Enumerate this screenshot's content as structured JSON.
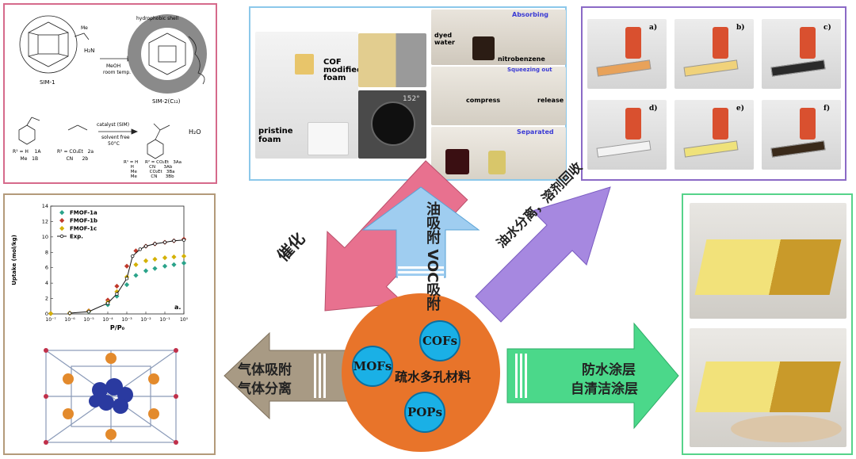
{
  "center": {
    "title": "疏水多孔材料",
    "items": [
      "MOFs",
      "COFs",
      "POPs"
    ]
  },
  "arrows": {
    "catalysis": "催化",
    "oil_voc": [
      "油吸附",
      "VOC吸附"
    ],
    "oil_water": "油水分离，溶剂回收",
    "gas": [
      "气体吸附",
      "气体分离"
    ],
    "coating": [
      "防水涂层",
      "自清洁涂层"
    ]
  },
  "panel_catalysis": {
    "reagents": [
      "Me",
      "H₂N",
      "MeOH",
      "room temp."
    ],
    "sim1": "SIM-1",
    "sim2": "SIM-2(C₁₂)",
    "shell": "hydrophobic shell",
    "reaction_arrow_top": "catalyst (SIM)",
    "reaction_arrow_bottom": [
      "solvent free",
      "50°C"
    ],
    "plus_water": "H₂O",
    "left_rows": [
      "R¹ = H    1A",
      "     Me   1B"
    ],
    "mid_rows": [
      "R² = CO₂Et   2a",
      "      CN      2b"
    ],
    "product_rows": [
      "R¹ = H     R² = CO₂Et   3Aa",
      "     H           CN      3Ab",
      "     Me         CO₂Et   3Ba",
      "     Me          CN      3Bb"
    ]
  },
  "panel_oil": {
    "cof_label": "COF\nmodified\nfoam",
    "pristine_label": "pristine\nfoam",
    "angle": "152°",
    "absorbing": "Absorbing",
    "dyed_water": "dyed\nwater",
    "nitrobenzene": "nitrobenzene",
    "squeezing_out": "Squeezing out",
    "compress": "compress",
    "release": "release",
    "separated": "Separated"
  },
  "panel_separation": {
    "labels": [
      "a)",
      "b)",
      "c)",
      "d)",
      "e)",
      "f)"
    ]
  },
  "panel_gas": {
    "legend": [
      "FMOF-1a",
      "FMOF-1b",
      "FMOF-1c",
      "Exp."
    ],
    "ylabel": "Uptake (mol/kg)",
    "xlabel": "P/P₀",
    "panel_tag": "a.",
    "xticks": [
      "10⁻⁷",
      "10⁻⁶",
      "10⁻⁵",
      "10⁻⁴",
      "10⁻³",
      "10⁻²",
      "10⁻¹",
      "10⁰"
    ],
    "yticks": [
      "0",
      "2",
      "4",
      "6",
      "8",
      "10",
      "12",
      "14"
    ]
  },
  "chart_data": {
    "type": "scatter",
    "xlabel": "P/P₀",
    "ylabel": "Uptake (mol/kg)",
    "xscale": "log",
    "xlim": [
      1e-07,
      1
    ],
    "ylim": [
      0,
      14
    ],
    "series": [
      {
        "name": "FMOF-1a",
        "color": "#2aa38a",
        "x": [
          1e-07,
          1e-06,
          1e-05,
          0.0001,
          0.0003,
          0.001,
          0.003,
          0.01,
          0.03,
          0.1,
          0.3,
          1
        ],
        "y": [
          0.05,
          0.1,
          0.3,
          1.2,
          2.3,
          3.8,
          5.0,
          5.6,
          5.9,
          6.2,
          6.4,
          6.6
        ]
      },
      {
        "name": "FMOF-1b",
        "color": "#c0392b",
        "x": [
          1e-07,
          1e-06,
          1e-05,
          0.0001,
          0.0003,
          0.001,
          0.003,
          0.01,
          0.03,
          0.1,
          0.3,
          1
        ],
        "y": [
          0.05,
          0.1,
          0.4,
          1.8,
          3.6,
          6.2,
          8.2,
          8.8,
          9.1,
          9.3,
          9.5,
          9.7
        ]
      },
      {
        "name": "FMOF-1c",
        "color": "#d4b106",
        "x": [
          1e-07,
          1e-06,
          1e-05,
          0.0001,
          0.0003,
          0.001,
          0.003,
          0.01,
          0.03,
          0.1,
          0.3,
          1
        ],
        "y": [
          0.05,
          0.1,
          0.35,
          1.5,
          2.9,
          4.8,
          6.4,
          6.9,
          7.1,
          7.3,
          7.4,
          7.5
        ]
      },
      {
        "name": "Exp.",
        "color": "#111111",
        "x": [
          1e-06,
          1e-05,
          0.0001,
          0.0003,
          0.001,
          0.002,
          0.005,
          0.01,
          0.03,
          0.1,
          0.3,
          1
        ],
        "y": [
          0.1,
          0.3,
          1.4,
          2.6,
          4.6,
          7.5,
          8.4,
          8.8,
          9.1,
          9.3,
          9.5,
          9.6
        ]
      }
    ]
  }
}
